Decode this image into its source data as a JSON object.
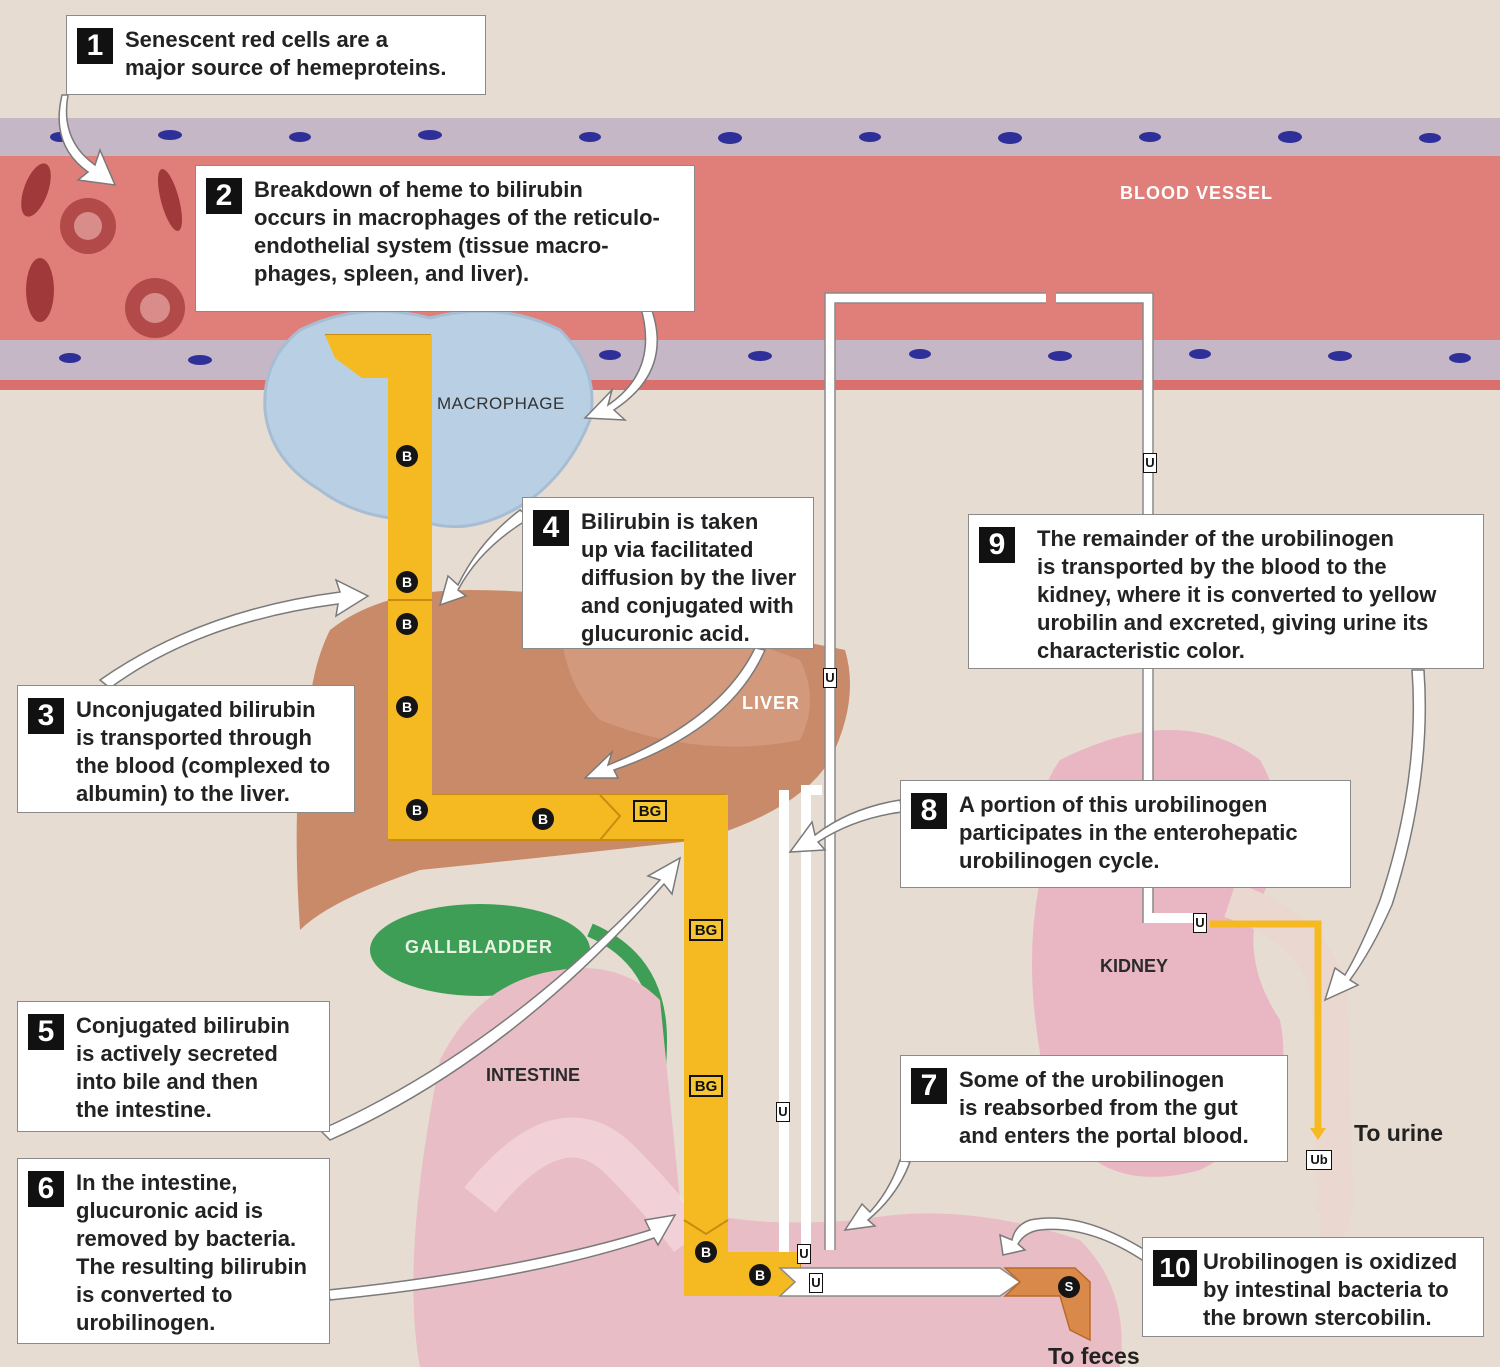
{
  "labels": {
    "blood_vessel": "BLOOD VESSEL",
    "macrophage": "MACROPHAGE",
    "liver": "LIVER",
    "gallbladder": "GALLBLADDER",
    "intestine": "INTESTINE",
    "kidney": "KIDNEY",
    "to_urine": "To urine",
    "to_feces": "To feces"
  },
  "tags": {
    "bilirubin": "B",
    "bilirubin_glucuronide": "BG",
    "urobilinogen": "U",
    "urobilin": "Ub",
    "stercobilin": "S"
  },
  "steps": [
    {
      "num": "1",
      "text": "Senescent red cells are a\nmajor source of hemeproteins."
    },
    {
      "num": "2",
      "text": "Breakdown of heme to bilirubin\noccurs in macrophages of the reticulo-\nendothelial system (tissue macro-\nphages, spleen, and liver)."
    },
    {
      "num": "3",
      "text": "Unconjugated bilirubin\nis transported through\nthe blood (complexed to\nalbumin) to the liver."
    },
    {
      "num": "4",
      "text": "Bilirubin is taken\nup via facilitated\ndiffusion by the liver\nand conjugated with\nglucuronic acid."
    },
    {
      "num": "5",
      "text": "Conjugated bilirubin\nis actively secreted\ninto bile and then\nthe intestine."
    },
    {
      "num": "6",
      "text": "In the intestine,\nglucuronic acid is\nremoved by bacteria.\nThe resulting bilirubin\nis converted to\nurobilinogen."
    },
    {
      "num": "7",
      "text": "Some of the urobilinogen\nis reabsorbed from the gut\nand enters the portal blood."
    },
    {
      "num": "8",
      "text": "A portion of this urobilinogen\nparticipates in the enterohepatic\nurobilinogen cycle."
    },
    {
      "num": "9",
      "text": "The remainder of the urobilinogen\nis transported by the blood to the\nkidney, where it is converted to yellow\nurobilin and excreted, giving urine its\ncharacteristic color."
    },
    {
      "num": "10",
      "text": "Urobilinogen is oxidized\nby intestinal bacteria to\nthe brown stercobilin."
    }
  ],
  "colors": {
    "background": "#e6dcd2",
    "blood_vessel": "#d9706e",
    "bilirubin_path": "#f5b921",
    "liver": "#c98a6a",
    "gallbladder": "#3e9e55",
    "stercobilin": "#d98a4a"
  }
}
